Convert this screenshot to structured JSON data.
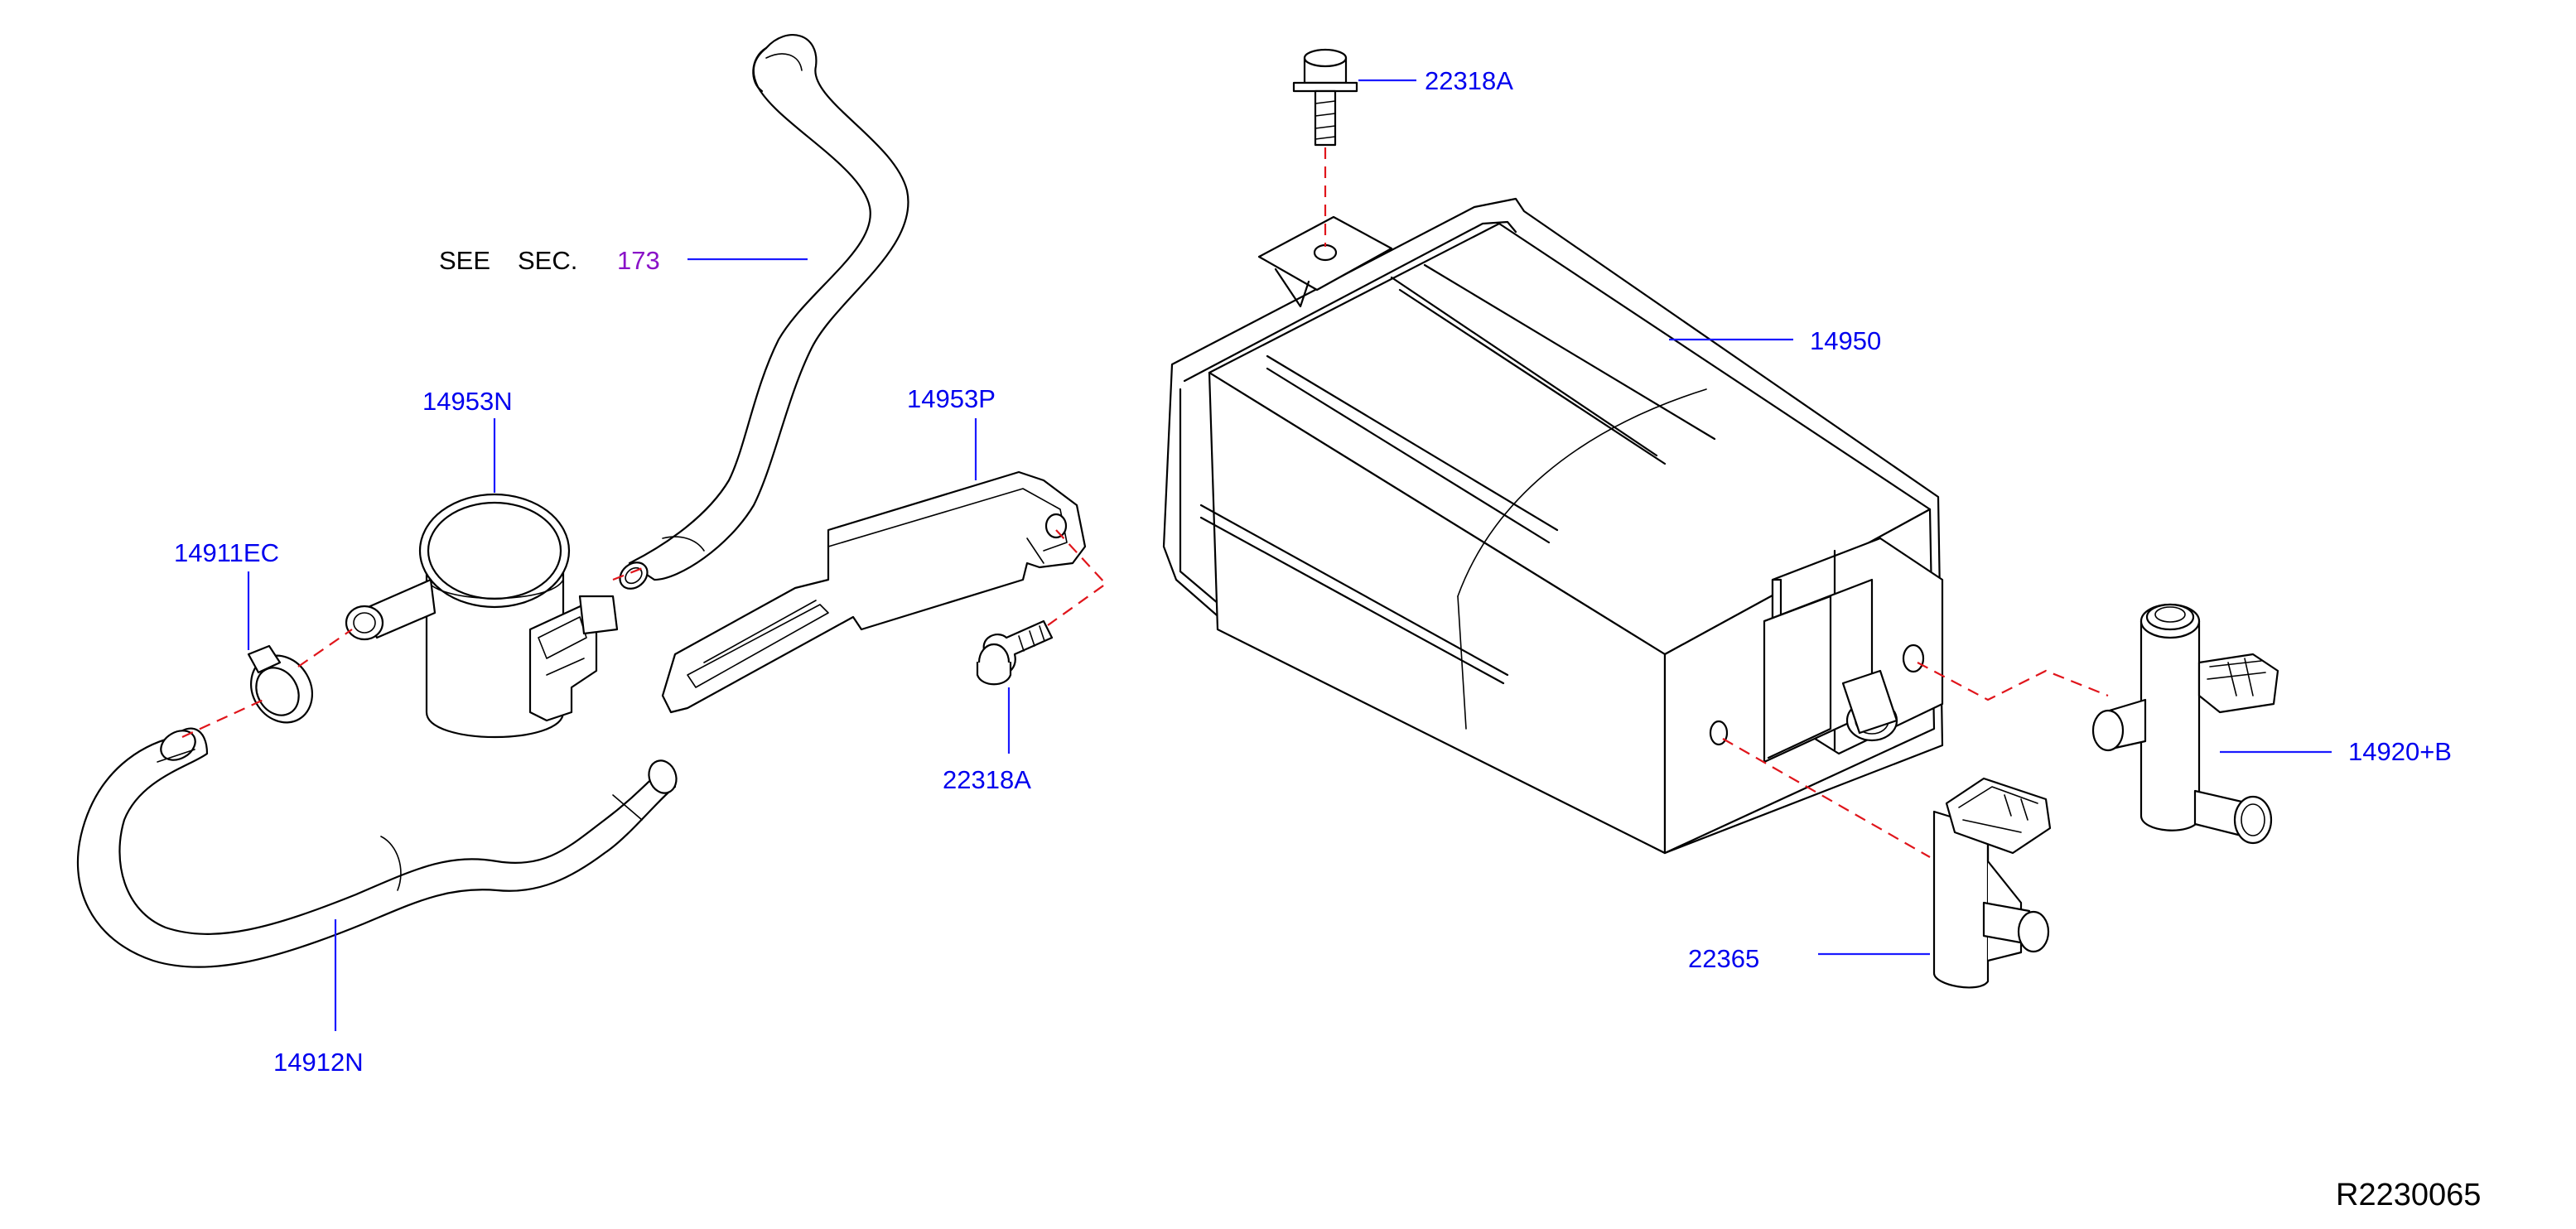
{
  "labels": {
    "see": "SEE",
    "sec": "SEC.",
    "sec_number": "173",
    "p14953N": "14953N",
    "p14911EC": "14911EC",
    "p14953P": "14953P",
    "p22318A_top": "22318A",
    "p22318A_mid": "22318A",
    "p14950": "14950",
    "p14920B": "14920+B",
    "p22365": "22365",
    "p14912N": "14912N"
  },
  "diagram_code": "R2230065",
  "colors": {
    "part_label": "#0000ee",
    "section_ref": "#8a12c8",
    "leader": "#1a1aff",
    "dashed_guide": "#e0151b",
    "outline": "#000000"
  }
}
